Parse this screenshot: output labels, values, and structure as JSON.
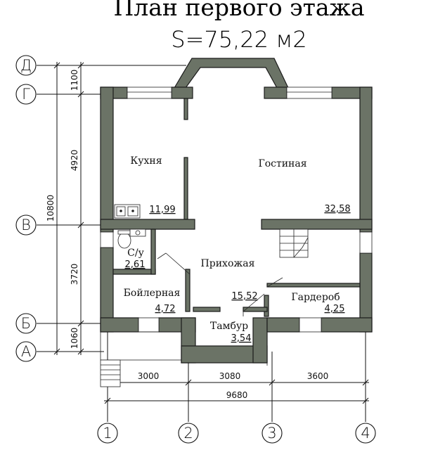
{
  "title": "План первого этажа",
  "subtitle": "S=75,22 м2",
  "rooms": {
    "kitchen": {
      "name": "Кухня",
      "area": "11,99"
    },
    "living": {
      "name": "Гостиная",
      "area": "32,58"
    },
    "wc": {
      "name": "С/у",
      "area": "2,61"
    },
    "hall": {
      "name": "Прихожая",
      "area": "15,52"
    },
    "boiler": {
      "name": "Бойлерная",
      "area": "4,72"
    },
    "wardrobe": {
      "name": "Гардероб",
      "area": "4,25"
    },
    "vestibule": {
      "name": "Тамбур",
      "area": "3,54"
    }
  },
  "dims_left": [
    "1100",
    "4920",
    "3720",
    "1060"
  ],
  "dim_left_total": "10800",
  "dims_bottom": [
    "3000",
    "3080",
    "3600"
  ],
  "dim_bottom_total": "9680",
  "axes_rows": [
    "Д",
    "Г",
    "В",
    "Б",
    "А"
  ],
  "axes_cols": [
    "1",
    "2",
    "3",
    "4"
  ]
}
